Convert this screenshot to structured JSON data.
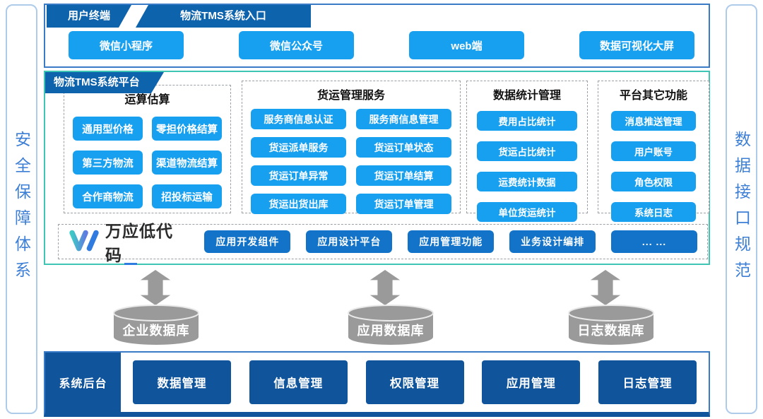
{
  "colors": {
    "light_blue": "#18A0F0",
    "dark_blue": "#0E63AD",
    "mid_blue": "#1273C8",
    "navy": "#10549C",
    "teal_border": "#3EC6B4",
    "blue_border": "#3A7BC8",
    "side_border": "#AECBEA",
    "side_text": "#3E7FD6",
    "gray": "#9A9A9A"
  },
  "side_left": {
    "label": "安全保障体系"
  },
  "side_right": {
    "label": "数据接口规范"
  },
  "entry": {
    "tab_left": "用户终端",
    "tab_right": "物流TMS系统入口",
    "buttons": [
      "微信小程序",
      "微信公众号",
      "web端",
      "数据可视化大屏"
    ]
  },
  "platform": {
    "tab": "物流TMS系统平台",
    "columns": [
      {
        "title": "运算估算",
        "items": [
          "通用型价格",
          "零担价格结算",
          "第三方物流",
          "渠道物流结算",
          "合作商物流",
          "招投标运输"
        ]
      },
      {
        "title": "货运管理服务",
        "items": [
          "服务商信息认证",
          "服务商信息管理",
          "货运派单服务",
          "货运订单状态",
          "货运订单异常",
          "货运订单结算",
          "货运出货出库",
          "货运订单管理"
        ]
      },
      {
        "title": "数据统计管理",
        "items": [
          "费用占比统计",
          "货运占比统计",
          "运费统计数据",
          "单位货运统计"
        ]
      },
      {
        "title": "平台其它功能",
        "items": [
          "消息推送管理",
          "用户账号",
          "角色权限",
          "系统日志"
        ]
      }
    ],
    "lowcode": {
      "logo_text": "万应低代码",
      "buttons": [
        "应用开发组件",
        "应用设计平台",
        "应用管理功能",
        "业务设计编排",
        "... ..."
      ]
    }
  },
  "databases": [
    "企业数据库",
    "应用数据库",
    "日志数据库"
  ],
  "backend": {
    "label": "系统后台",
    "buttons": [
      "数据管理",
      "信息管理",
      "权限管理",
      "应用管理",
      "日志管理"
    ]
  }
}
